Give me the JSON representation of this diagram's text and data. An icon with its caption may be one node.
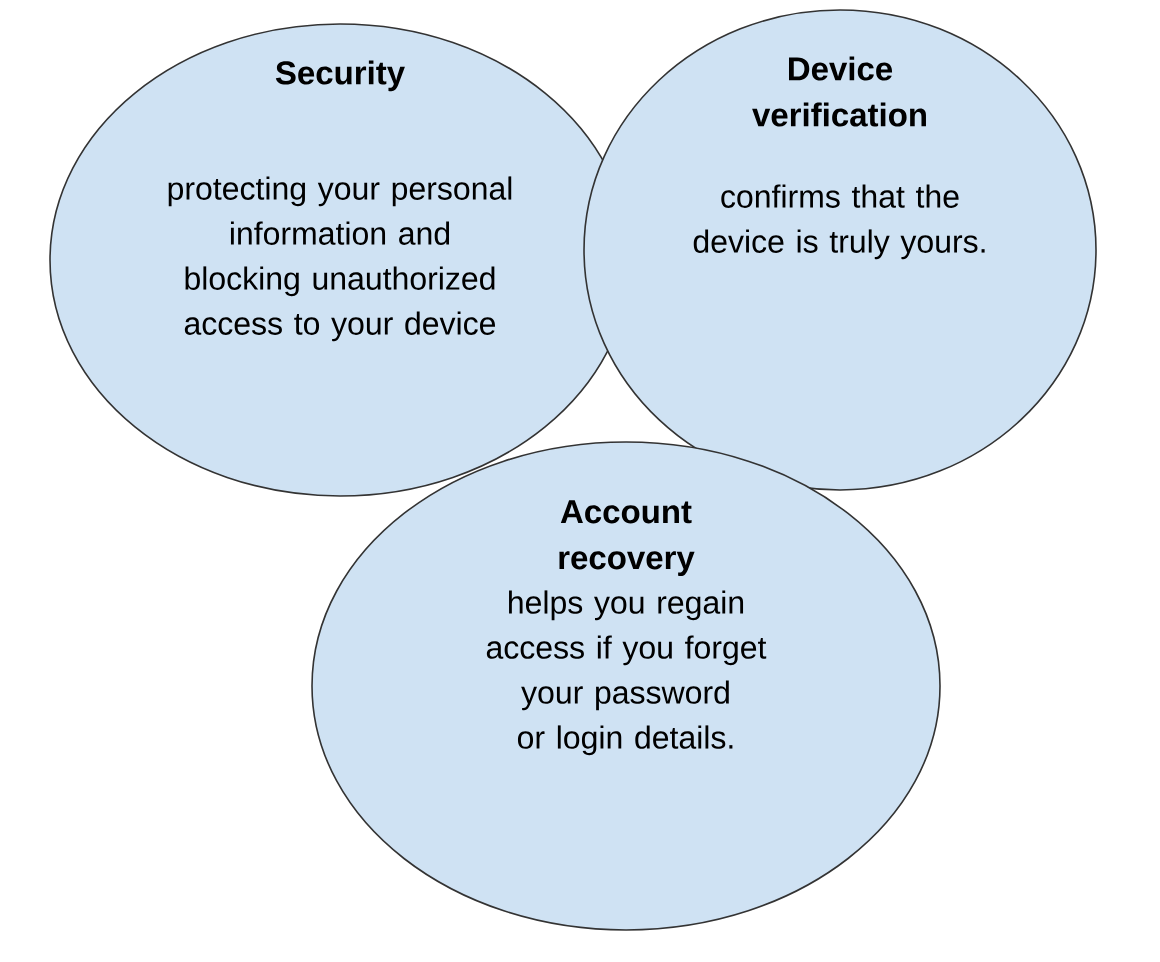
{
  "diagram": {
    "nodes": [
      {
        "text": [
          "Security",
          "protecting your personal information and blocking unauthorized access to your device"
        ]
      },
      {
        "text": [
          "Device verification",
          "confirms that the device is truly yours."
        ]
      },
      {
        "text": [
          "Account recovery",
          "helps you regain access if you forget your password or login details."
        ]
      }
    ]
  }
}
